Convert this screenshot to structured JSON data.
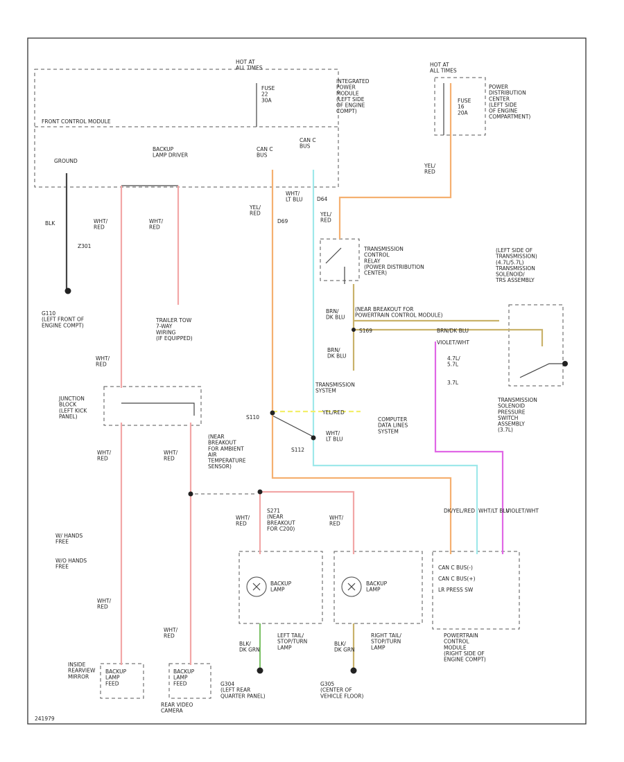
{
  "labels": {
    "hot_at_all_times_1": "HOT AT\nALL TIMES",
    "fuse_22": "FUSE\n22\n30A",
    "integrated_power_module": "INTEGRATED\nPOWER\nMODULE\n(LEFT SIDE\nOF ENGINE\nCOMPT)",
    "hot_at_all_times_2": "HOT AT\nALL TIMES",
    "fuse_16": "FUSE\n16\n20A",
    "power_distribution_center": "POWER\nDISTRIBUTION\nCENTER\n(LEFT SIDE\nOF ENGINE\nCOMPARTMENT)",
    "front_control_module": "FRONT CONTROL MODULE",
    "ground": "GROUND",
    "backup_lamp_driver": "BACKUP\nLAMP DRIVER",
    "can_c_bus": "CAN C\nBUS",
    "can_c_bus_minus": "CAN C\nBUS",
    "wire_blk": "BLK",
    "splice_z301": "Z301",
    "g110": "G110\n(LEFT FRONT OF\nENGINE COMPT)",
    "wht_red_1": "WHT/\nRED",
    "wht_red_2": "WHT/\nRED",
    "trailer_tow": "TRAILER TOW\n7-WAY\nWIRING\n(IF EQUIPPED)",
    "yel_red_1": "YEL/\nRED",
    "d69": "D69",
    "wht_ltblu_1": "WHT/\nLT BLU",
    "d64": "D64",
    "yel_red_2": "YEL/\nRED",
    "yel_red_3": "YEL/\nRED",
    "tcr": "TRANSMISSION\nCONTROL\nRELAY\n(POWER DISTRIBUTION\nCENTER)",
    "brn_dkblu_1": "BRN/\nDK BLU",
    "brn_dkblu_2": "BRN/\nDK BLU",
    "near_breakout_pcm": "(NEAR BREAKOUT FOR\nPOWERTRAIN CONTROL MODULE)",
    "s169": "S169",
    "brn_dkblu_wire": "BRN/DK BLU",
    "violet_white": "VIOLET/WHT",
    "solenoid_left_side": "(LEFT SIDE OF\nTRANSMISSION)\n(4.7L/5.7L)\nTRANSMISSION\nSOLENOID/\nTRS ASSEMBLY",
    "l_47": "4.7L/\n5.7L",
    "l_37": "3.7L",
    "trans_system": "TRANSMISSION\nSYSTEM",
    "wht_red_3": "WHT/\nRED",
    "junction_block": "JUNCTION\nBLOCK\n(LEFT KICK\nPANEL)",
    "s110": "S110",
    "yel_red_arrow": "YEL/RED",
    "wht_ltblu_2": "WHT/\nLT BLU",
    "computer_data": "COMPUTER\nDATA LINES\nSYSTEM",
    "near_breakout_temp": "(NEAR\nBREAKOUT\nFOR AMBIENT\nAIR\nTEMPERATURE\nSENSOR)",
    "s112": "S112",
    "pressure_switch": "TRANSMISSION\nSOLENOID\nPRESSURE\nSWITCH\nASSEMBLY\n(3.7L)",
    "wht_red_4": "WHT/\nRED",
    "wht_red_5": "WHT/\nRED",
    "legend_1": "W/ HANDS\nFREE",
    "legend_2": "W/O HANDS\nFREE",
    "s271": "S271\n(NEAR\nBREAKOUT\nFOR C200)",
    "wht_red_6": "WHT/\nRED",
    "wht_red_7": "WHT/\nRED",
    "backup_lamp_l": "BACKUP\nLAMP",
    "backup_lamp_r": "BACKUP\nLAMP",
    "left_tail": "LEFT TAIL/\nSTOP/TURN\nLAMP",
    "right_tail": "RIGHT TAIL/\nSTOP/TURN\nLAMP",
    "blk_dkgrn_1": "BLK/\nDK GRN",
    "blk_dkgrn_2": "BLK/\nDK GRN",
    "pcm_can_minus": "CAN C BUS(-)",
    "pcm_can_plus": "CAN C BUS(+)",
    "pcm_lr_press": "LR PRESS SW",
    "pcm_wire_1": "DK/YEL/RED",
    "pcm_wire_2": "WHT/LT BLU",
    "pcm_wire_3": "VIOLET/WHT",
    "pcm": "POWERTRAIN\nCONTROL\nMODULE\n(RIGHT SIDE OF\nENGINE COMPT)",
    "wht_red_8": "WHT/\nRED",
    "wht_red_9": "WHT/\nRED",
    "inside_mirror": "INSIDE\nREARVIEW\nMIRROR",
    "backup_lamp_feed_1": "BACKUP\nLAMP\nFEED",
    "rear_video": "REAR VIDEO\nCAMERA",
    "backup_lamp_feed_2": "BACKUP\nLAMP\nFEED",
    "g304": "G304\n(LEFT REAR\nQUARTER PANEL)",
    "g305": "G305\n(CENTER OF\nVEHICLE FLOOR)",
    "figure_id": "241979"
  },
  "chart_data": {
    "type": "wiring-diagram",
    "components": [
      "INTEGRATED POWER MODULE",
      "FRONT CONTROL MODULE",
      "POWER DISTRIBUTION CENTER",
      "TRANSMISSION CONTROL RELAY",
      "JUNCTION BLOCK",
      "TRANSMISSION SOLENOID/TRS ASSEMBLY",
      "TRANSMISSION SOLENOID PRESSURE SWITCH ASSEMBLY",
      "POWERTRAIN CONTROL MODULE",
      "LEFT TAIL/STOP/TURN LAMP",
      "RIGHT TAIL/STOP/TURN LAMP",
      "INSIDE REARVIEW MIRROR",
      "REAR VIDEO CAMERA"
    ],
    "wire_colors": {
      "WHT/RED": "#f2a6a6",
      "YEL/RED": "#f5b070",
      "WHT/LT BLU": "#9ee8ea",
      "VIOLET/WHT": "#e066e6",
      "BRN/DK BLU": "#c9b26a",
      "BLK/DK GRN": "#7fc36b",
      "BLK": "#444444"
    }
  }
}
